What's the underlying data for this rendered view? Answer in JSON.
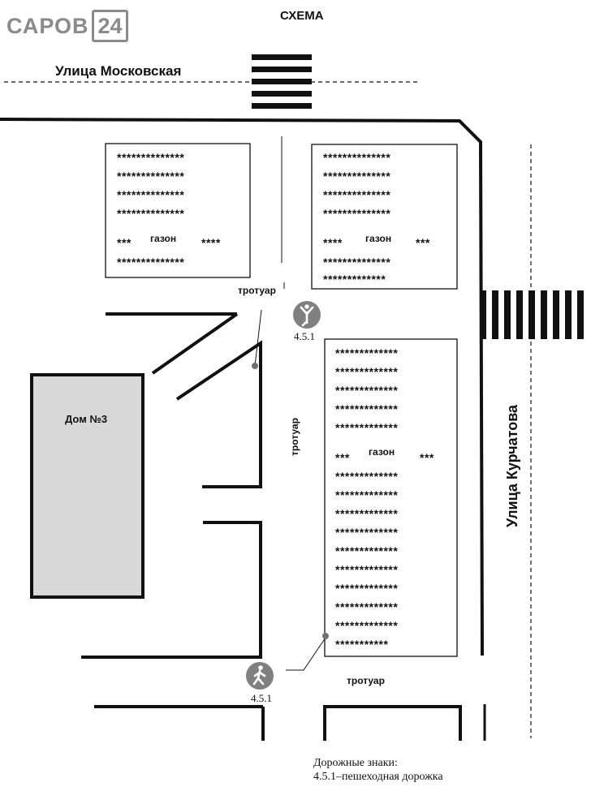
{
  "logo": {
    "word": "САРОВ",
    "number": "24"
  },
  "scheme": {
    "title": "СХЕМА",
    "streets": {
      "moskovskaya": "Улица Московская",
      "kurchatova": "Улица Курчатова"
    },
    "sidewalk_label": "тротуар",
    "lawn_label": "газон",
    "house_label": "Дом №3",
    "sign_code": "4.5.1",
    "lawns": {
      "top_left": {
        "rows": [
          "**************",
          "**************",
          "**************",
          "**************"
        ],
        "mid_left": "***",
        "mid_right": "****",
        "bottom_rows": [
          "**************"
        ]
      },
      "top_right": {
        "rows": [
          "**************",
          "**************",
          "**************",
          "**************"
        ],
        "mid_left": "****",
        "mid_right": "***",
        "bottom_rows": [
          "**************",
          "*************"
        ]
      },
      "right_long": {
        "rows": [
          "*************",
          "*************",
          "*************",
          "*************",
          "*************"
        ],
        "mid_left": "***",
        "mid_right": "***",
        "bottom_rows": [
          "*************",
          "*************",
          "*************",
          "*************",
          "*************",
          "*************",
          "*************",
          "*************",
          "*************",
          "***********"
        ]
      }
    }
  },
  "legend": {
    "heading": "Дорожные знаки:",
    "item": "4.5.1–пешеходная дорожка"
  },
  "colors": {
    "ink": "#111111",
    "house_fill": "#d8d8d8",
    "sign_fill": "#808080",
    "logo": "#8a8a8a"
  }
}
